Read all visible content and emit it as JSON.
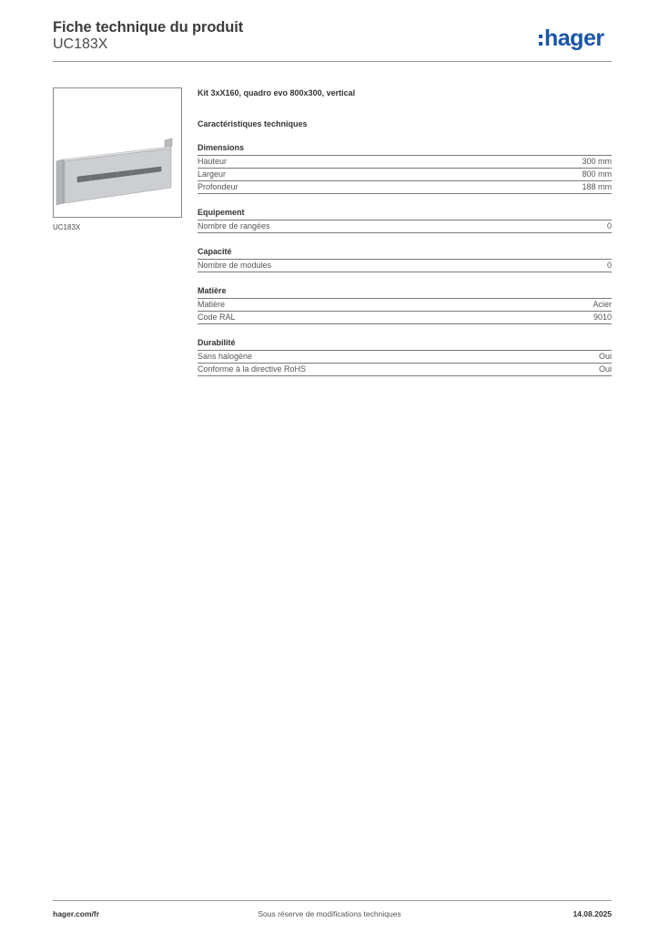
{
  "header": {
    "title": "Fiche technique du produit",
    "product_code": "UC183X",
    "logo_text": "hager",
    "brand_color": "#1a56a8"
  },
  "image": {
    "caption": "UC183X"
  },
  "product": {
    "description": "Kit 3xX160, quadro evo 800x300, vertical",
    "specs_heading": "Caractéristiques techniques",
    "sections": [
      {
        "title": "Dimensions",
        "rows": [
          {
            "label": "Hauteur",
            "value": "300 mm"
          },
          {
            "label": "Largeur",
            "value": "800 mm"
          },
          {
            "label": "Profondeur",
            "value": "188 mm"
          }
        ]
      },
      {
        "title": "Equipement",
        "rows": [
          {
            "label": "Nombre de rangées",
            "value": "0"
          }
        ]
      },
      {
        "title": "Capacité",
        "rows": [
          {
            "label": "Nombre de modules",
            "value": "0"
          }
        ]
      },
      {
        "title": "Matière",
        "rows": [
          {
            "label": "Matière",
            "value": "Acier"
          },
          {
            "label": "Code RAL",
            "value": "9010"
          }
        ]
      },
      {
        "title": "Durabilité",
        "rows": [
          {
            "label": "Sans halogène",
            "value": "Oui"
          },
          {
            "label": "Conforme à la directive RoHS",
            "value": "Oui"
          }
        ]
      }
    ]
  },
  "footer": {
    "website": "hager.com/fr",
    "notice": "Sous réserve de modifications techniques",
    "date": "14.08.2025"
  }
}
